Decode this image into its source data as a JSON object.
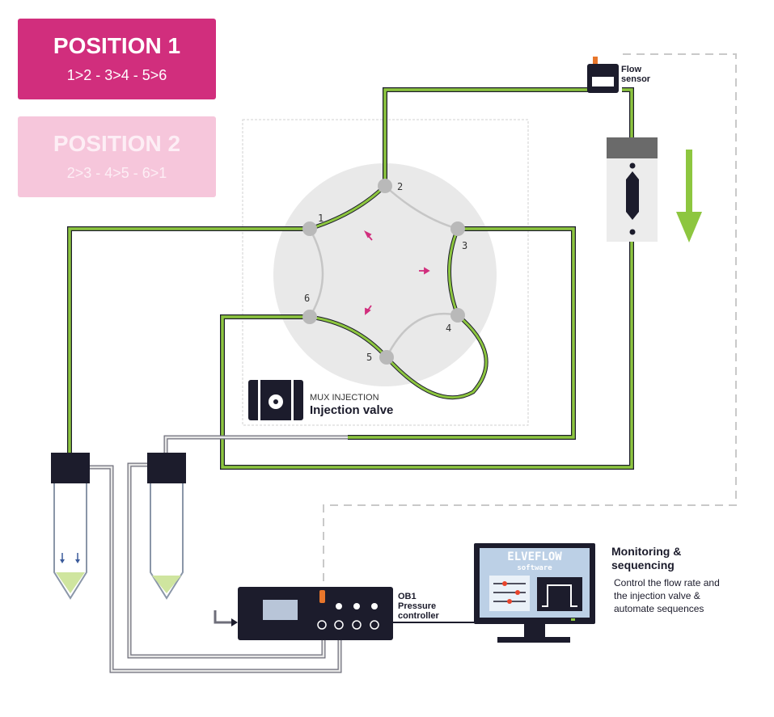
{
  "positions": [
    {
      "title": "POSITION 1",
      "subtitle": "1>2 - 3>4 - 5>6",
      "color": "#d12e7d"
    },
    {
      "title": "POSITION 2",
      "subtitle": "2>3 - 4>5 - 6>1",
      "color": "#f6c6db"
    }
  ],
  "valve": {
    "ports": [
      "1",
      "2",
      "3",
      "4",
      "5",
      "6"
    ],
    "name_small": "MUX INJECTION",
    "name_large": "Injection valve"
  },
  "flow_sensor": {
    "line1": "Flow",
    "line2": "sensor"
  },
  "controller": {
    "line1": "OB1",
    "line2": "Pressure",
    "line3": "controller"
  },
  "software": {
    "brand": "ELVEFLOW",
    "sub": "software",
    "title_line1": "Monitoring &",
    "title_line2": "sequencing",
    "desc_line1": "Control the flow rate and",
    "desc_line2": "the injection valve &",
    "desc_line3": "automate sequences"
  },
  "colors": {
    "green": "#8dc63f",
    "magenta": "#d12e7d",
    "dark": "#1c1c2c",
    "grey_tube": "#c8c8c8"
  }
}
